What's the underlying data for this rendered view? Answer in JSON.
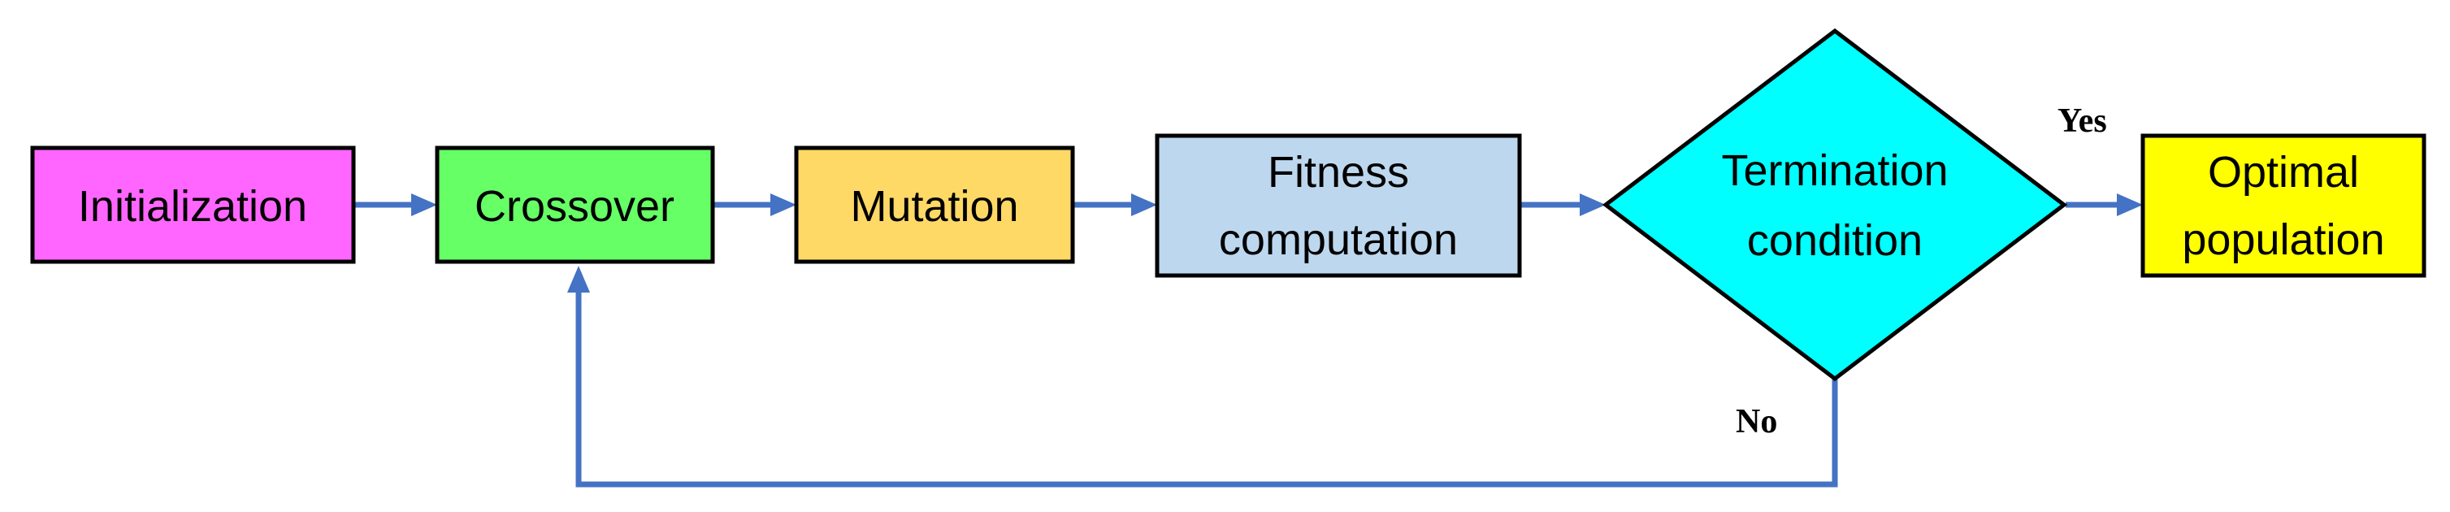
{
  "nodes": {
    "initialization": {
      "label": "Initialization",
      "fill": "#ff66ff"
    },
    "crossover": {
      "label": "Crossover",
      "fill": "#66ff66"
    },
    "mutation": {
      "label": "Mutation",
      "fill": "#ffd966"
    },
    "fitness": {
      "line1": "Fitness",
      "line2": "computation",
      "fill": "#bdd7ee"
    },
    "termination": {
      "line1": "Termination",
      "line2": "condition",
      "fill": "#00ffff"
    },
    "optimal": {
      "line1": "Optimal",
      "line2": "population",
      "fill": "#ffff00"
    }
  },
  "edges": {
    "yes_label": "Yes",
    "no_label": "No",
    "color": "#4472c4"
  }
}
